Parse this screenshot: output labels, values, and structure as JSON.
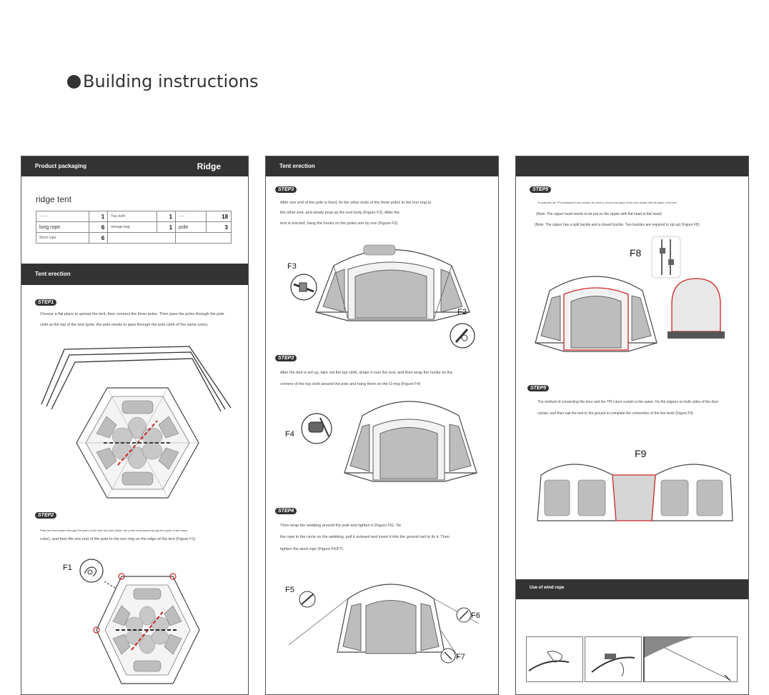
{
  "title": "Building instructions",
  "panel1": {
    "header_left": "Product packaging",
    "header_right": "Ridge",
    "product_name": "ridge tent",
    "table": [
      [
        {
          "label": "--- ---",
          "qty": "1"
        },
        {
          "label": "Top cloth",
          "qty": "1"
        },
        {
          "label": "-----",
          "qty": "18"
        }
      ],
      [
        {
          "label": "long rope",
          "qty": "6"
        },
        {
          "label": "storage bag",
          "qty": "1"
        },
        {
          "label": "pole",
          "qty": "3"
        }
      ],
      [
        {
          "label": "Short rope",
          "qty": "6"
        },
        {
          "label": "",
          "qty": ""
        },
        {
          "label": "",
          "qty": ""
        }
      ]
    ],
    "section_title": "Tent erection",
    "step1": {
      "label": "STEP1",
      "line1": "Choose a flat place to spread the tent, then connect the three poles. Then pass the poles through the pole",
      "line2": "cloth at the top of the tent (pole: the pole needs to pass through the pole cloth of the same color)."
    },
    "step2": {
      "label": "STEP2",
      "line1": "Pass the three poles through the poles of the tent top cloth (Note: the poles must pass through the poles of the same",
      "line2": "color), and then fits one end of the pole to the iron ring on the edge of the tent (Figure F1)",
      "fig": "F1"
    }
  },
  "panel2": {
    "header_left": "Tent erection",
    "stepA": {
      "label": "STEP3",
      "line1": "After one end of the pole is fixed, fix the other ends of the three poles to the iron ring at",
      "line2": "the other end, and slowly prop up the tent body (Figure F2). After the",
      "line3": "tent is erected, hang the hooks on the poles one by one (Figure F3).",
      "fig_left": "F3",
      "fig_right": "F2"
    },
    "stepB": {
      "label": "STEP3",
      "line1": "After the tent is set up, take out the top cloth, drape it over the tent, and then wrap the hooks on the",
      "line2": "corners of the top cloth around the pole and hang them on the O-ring (Figure F4)",
      "fig": "F4"
    },
    "stepC": {
      "label": "STEP4",
      "line1": "Then wrap the webbing around the pole and tighten it (Figure F5). Tie",
      "line2": "the rope to the circle on the webbing, pull it outward and insert it into the ground nail to fix it. Then",
      "line3": "tighten the wind rope (Figure F6/F7).",
      "fig_a": "F5",
      "fig_b": "F6",
      "fig_c": "F7"
    }
  },
  "panel3": {
    "stepA": {
      "label": "STEP5",
      "line1": "To assemble the TPU transparent door curtain, we need to connect the zipper of the door curtain with the zipper of the tent",
      "line2": "(Note: The zipper head needs to be put on the zipper with flat head to flat head)",
      "line3": "(Note: The zipper has a split buckle and a closed buckle. Two buckles are required to zip up) (Figure F8)",
      "fig": "F8"
    },
    "stepB": {
      "label": "STEP5",
      "line1": "The method of connecting the door and the TPU door curtain is the same. Fix the zippers on both sides of the door",
      "line2": "curtain, and then nail the tent to the ground to complete the connection of the two tents (Figure F9)",
      "fig": "F9"
    },
    "wind_title": "Use of wind rope"
  },
  "colors": {
    "header": "#333333",
    "accent_red": "#cc2222",
    "mesh": "#bdbdbd"
  }
}
